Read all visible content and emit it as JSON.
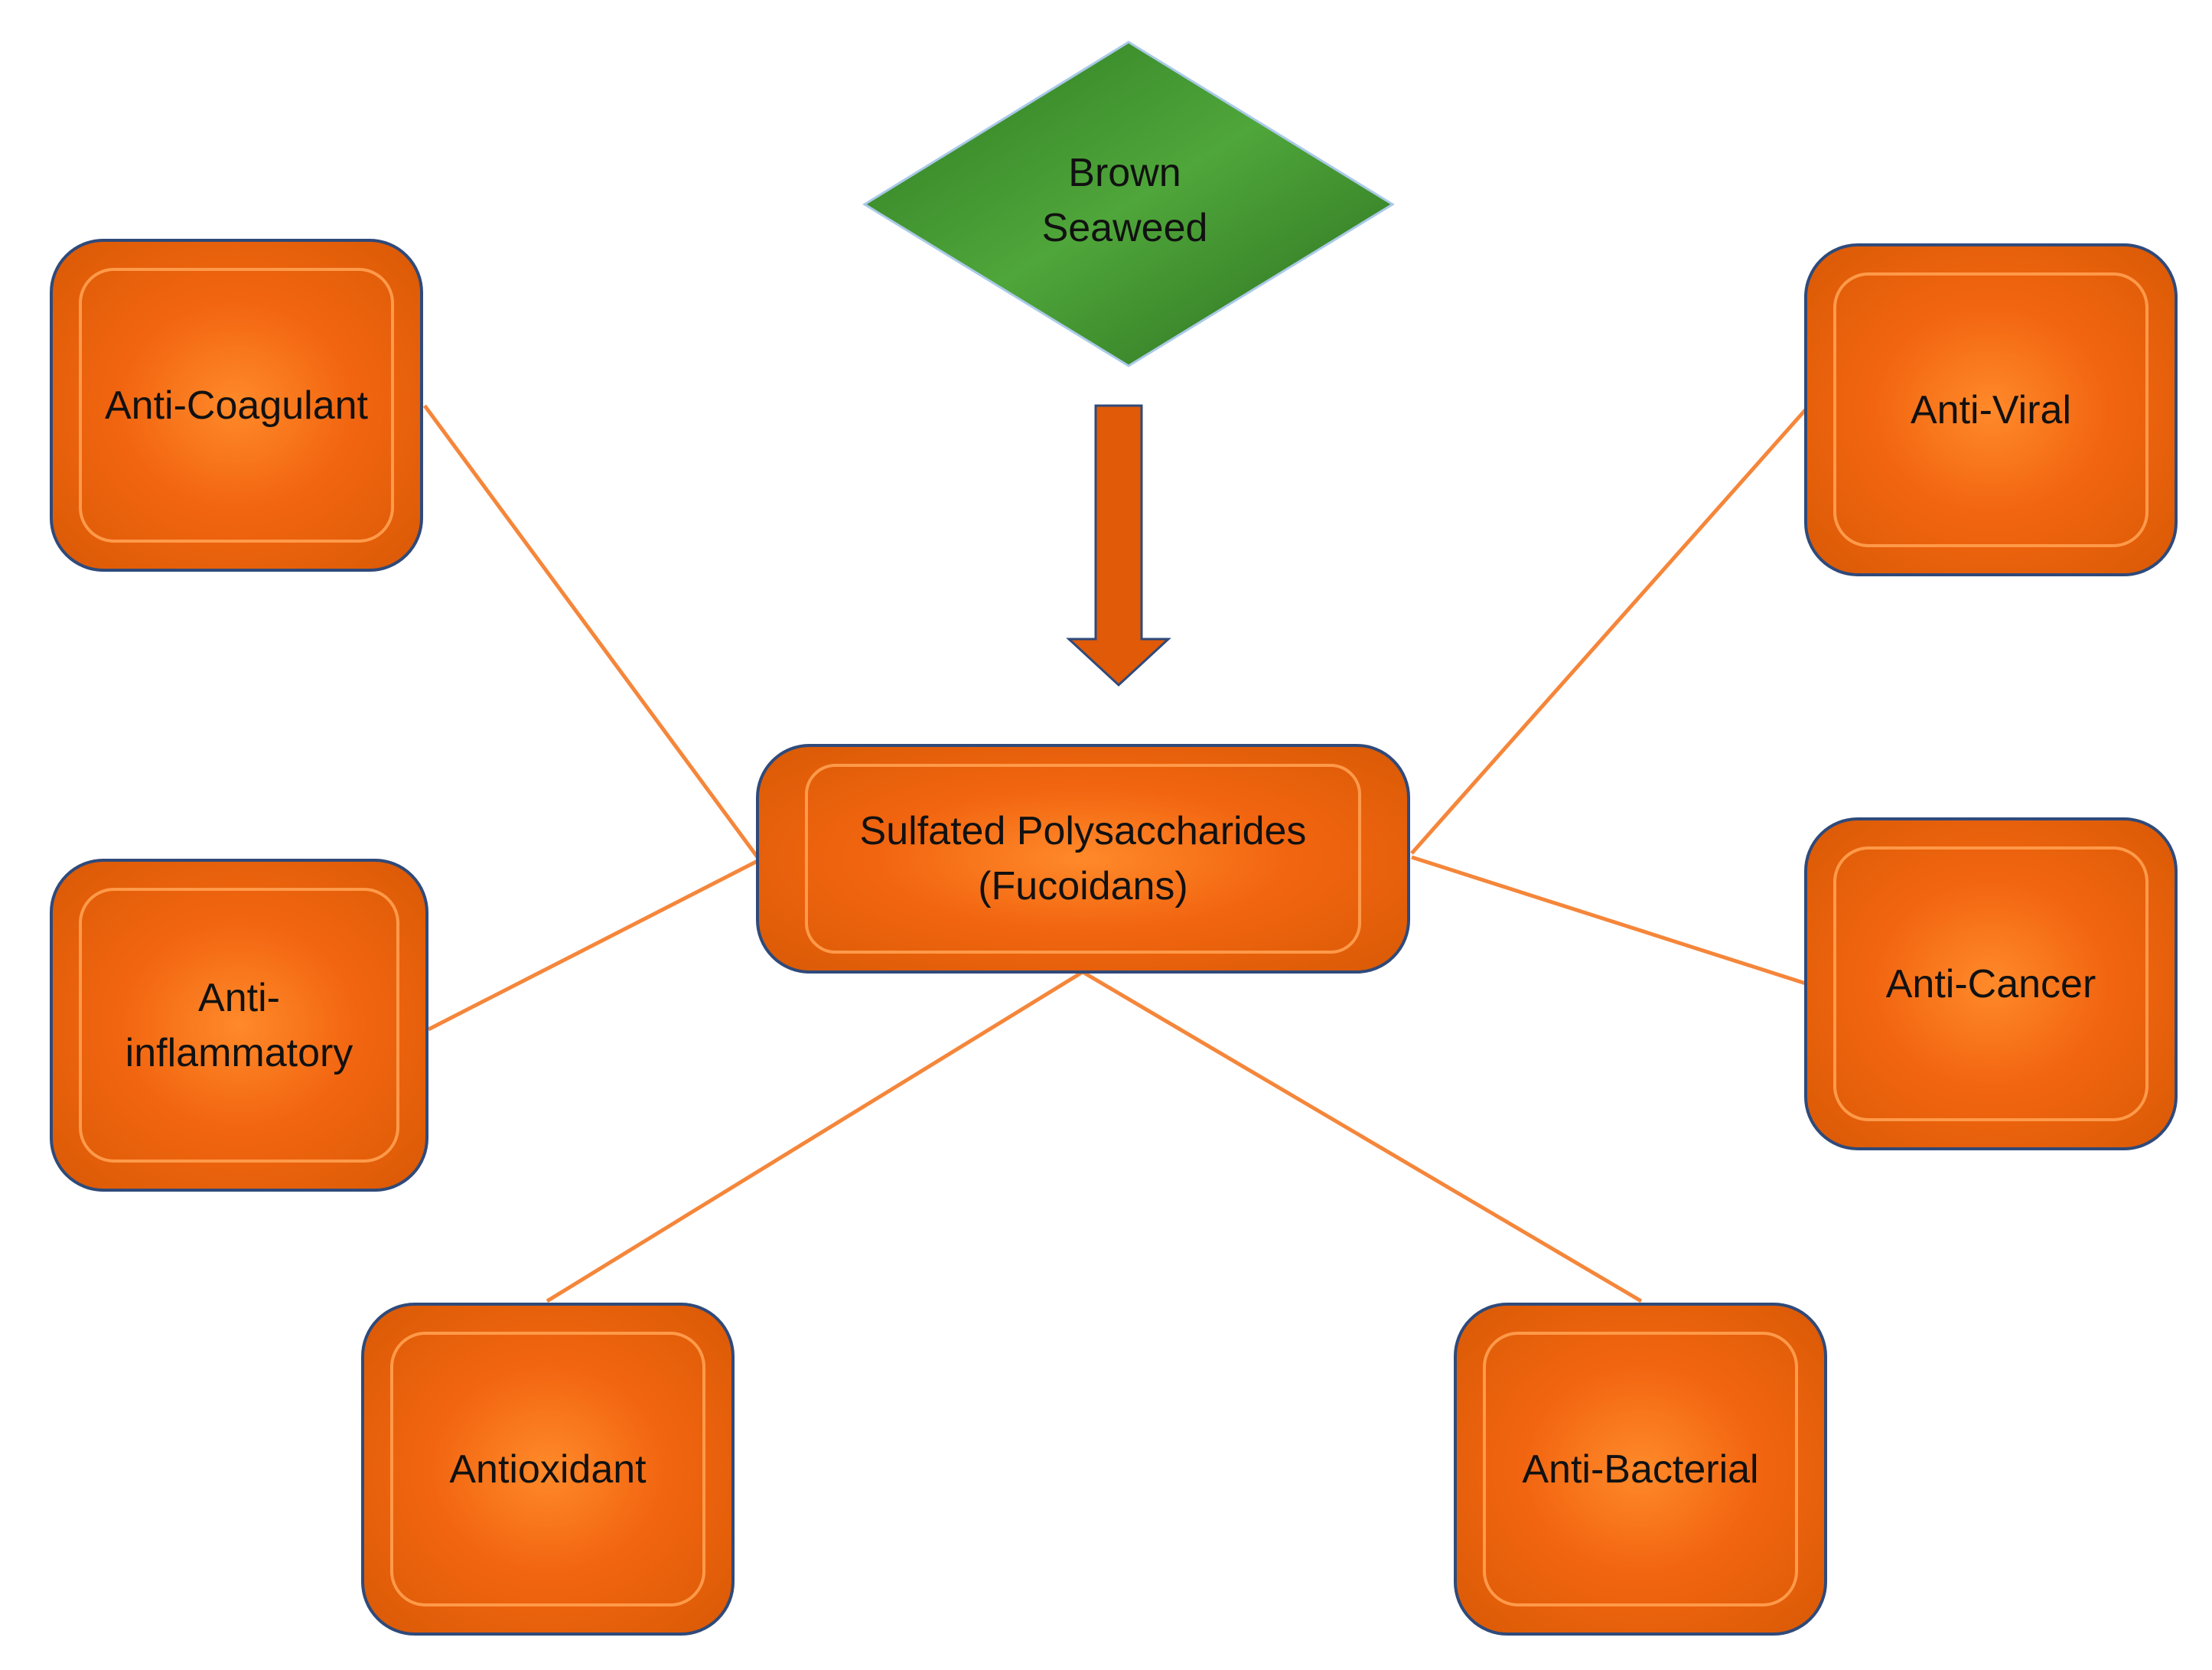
{
  "source": {
    "label": "Brown\nSeaweed",
    "color": "#3a8a2c"
  },
  "center": {
    "label": "Sulfated Polysaccharides\n(Fucoidans)"
  },
  "activities": [
    {
      "id": "anti-coagulant",
      "label": "Anti-Coagulant"
    },
    {
      "id": "anti-inflammatory",
      "label": "Anti-\ninflammatory"
    },
    {
      "id": "antioxidant",
      "label": "Antioxidant"
    },
    {
      "id": "anti-bacterial",
      "label": "Anti-Bacterial"
    },
    {
      "id": "anti-cancer",
      "label": "Anti-Cancer"
    },
    {
      "id": "anti-viral",
      "label": "Anti-Viral"
    }
  ],
  "colors": {
    "box_fill": "#f26510",
    "box_border": "#2f4a7a",
    "connector": "#f5863a",
    "arrow": "#e05a08"
  }
}
